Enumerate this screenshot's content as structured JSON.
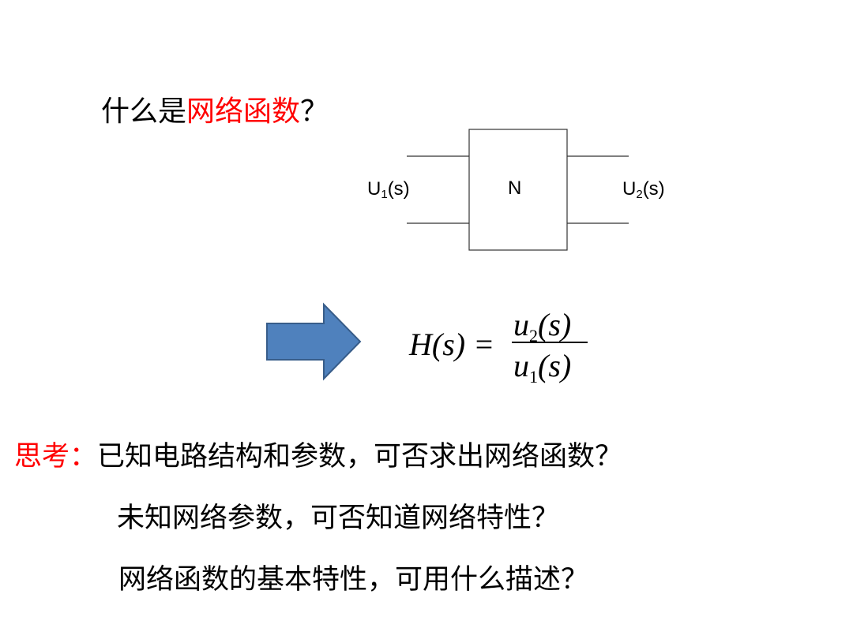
{
  "title": {
    "prefix": "什么是",
    "highlight": "网络函数",
    "suffix": "？"
  },
  "diagram": {
    "block_label": "N",
    "input": {
      "base": "U",
      "sub": "1",
      "arg": "(s)"
    },
    "output": {
      "base": "U",
      "sub": "2",
      "arg": "(s)"
    }
  },
  "formula": {
    "lhs": "H(s) =",
    "num": {
      "base": "u",
      "sub": "2",
      "arg": "(s)"
    },
    "den": {
      "base": "u",
      "sub": "1",
      "arg": "(s)"
    }
  },
  "questions": {
    "think_label": "思考：",
    "q1": "已知电路结构和参数，可否求出网络函数？",
    "q2": "未知网络参数，可否知道网络特性？",
    "q3": "网络函数的基本特性，可用什么描述？"
  },
  "colors": {
    "highlight": "#ff0000",
    "arrow_fill": "#4f81bd",
    "arrow_stroke": "#385d8a"
  }
}
